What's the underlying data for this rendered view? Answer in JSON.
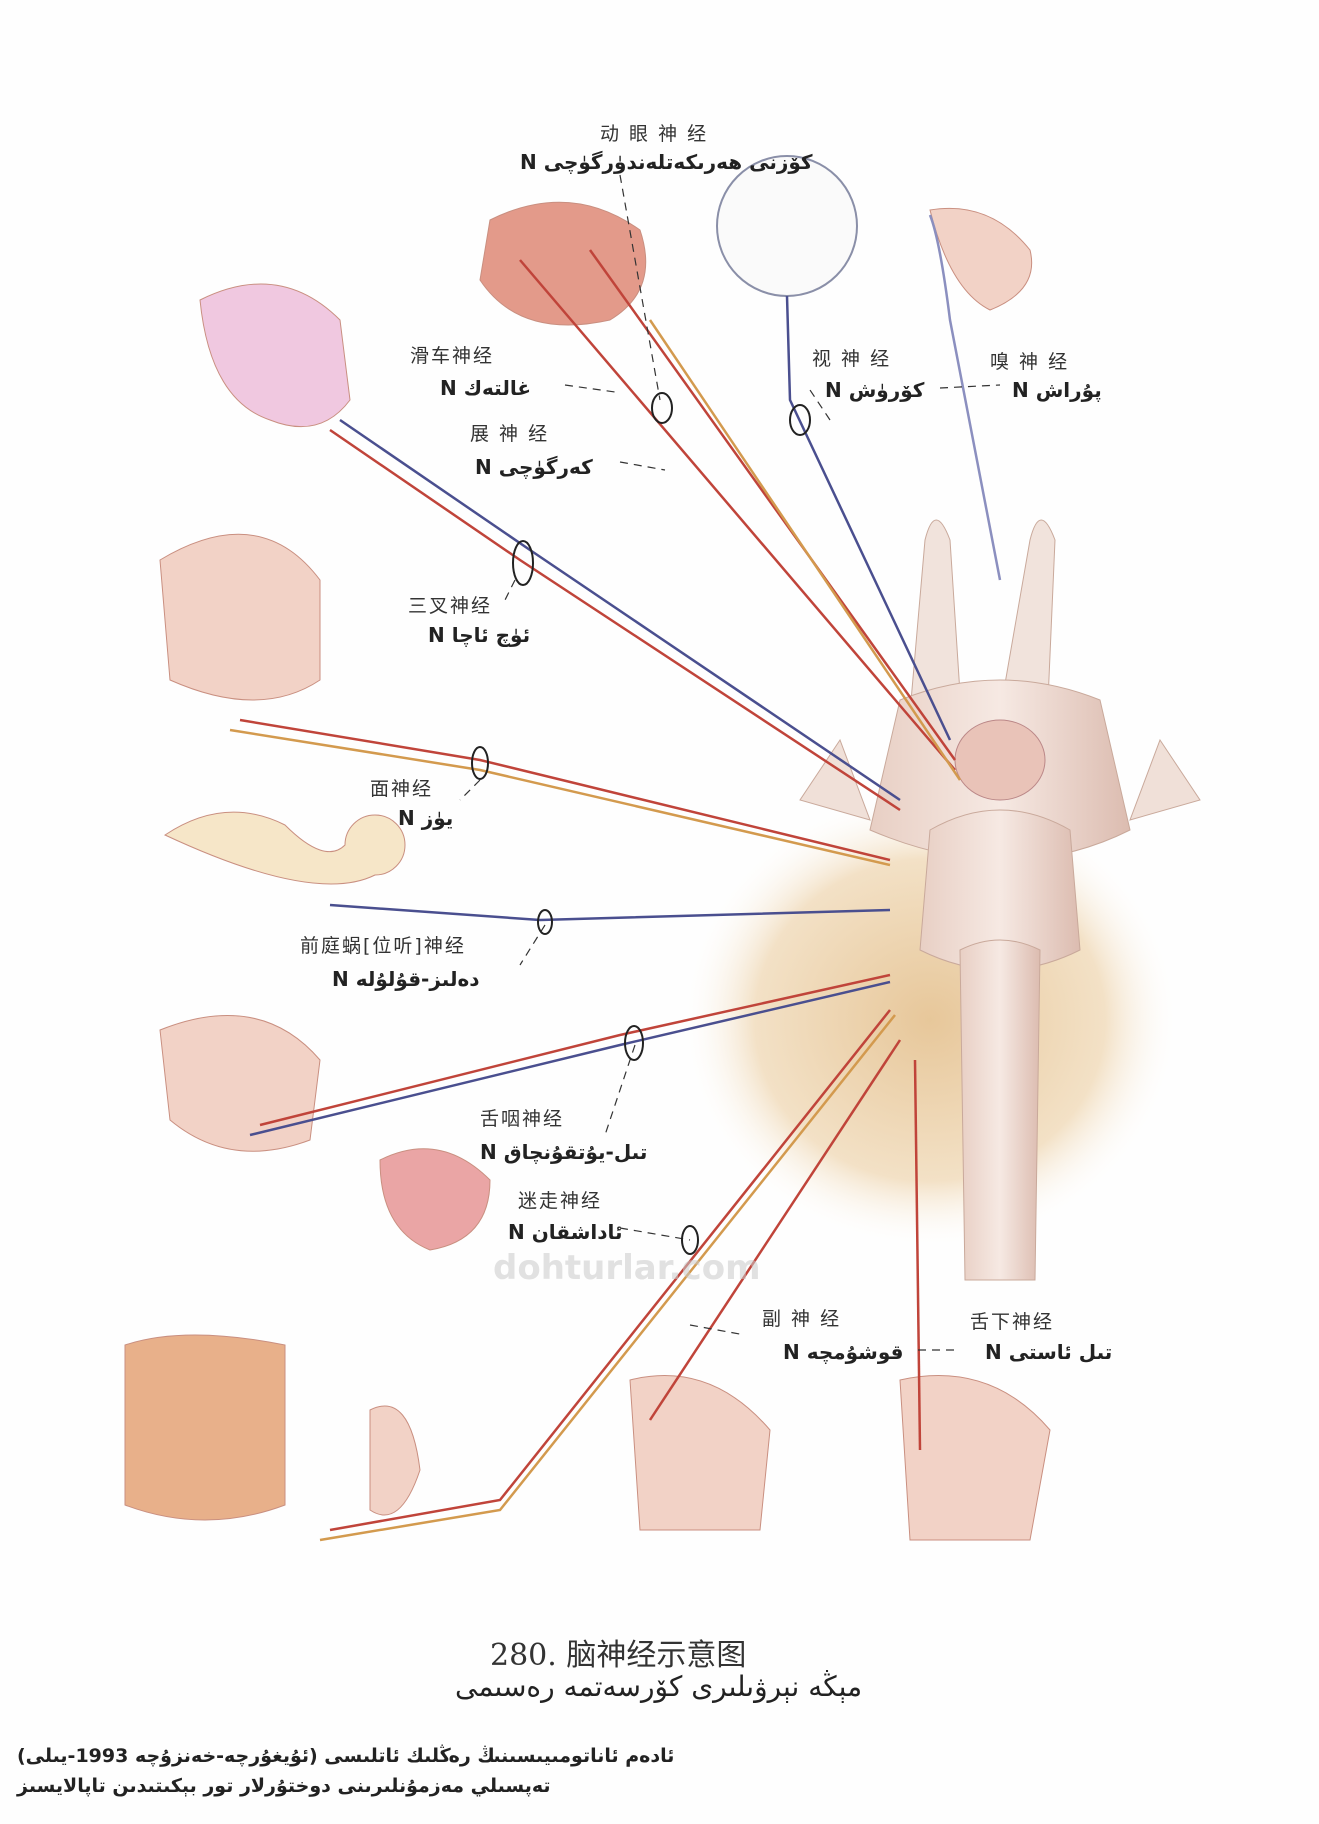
{
  "figure": {
    "labels": {
      "oculomotor": {
        "zh": "动 眼 神 经",
        "ug": "كۆزنى ھەرىكەتلەندۈرگۈچى N"
      },
      "trochlear": {
        "zh": "滑车神经",
        "ug": "غالتەك N"
      },
      "abducens": {
        "zh": "展  神  经",
        "ug": "كەرگۈچى N"
      },
      "optic": {
        "zh": "视  神  经",
        "ug": "كۆرۈش N"
      },
      "olfactory": {
        "zh": "嗅  神  经",
        "ug": "پۇراش N"
      },
      "trigeminal": {
        "zh": "三叉神经",
        "ug": "ئۈچ ئاچا N"
      },
      "facial": {
        "zh": "面神经",
        "ug": "يۈز N"
      },
      "vestibulocochlear": {
        "zh": "前庭蜗[位听]神经",
        "ug": "دەلىز-قۇلۇلە N"
      },
      "glossopharyngeal": {
        "zh": "舌咽神经",
        "ug": "تىل-يۇتقۇنچاق N"
      },
      "vagus": {
        "zh": "迷走神经",
        "ug": "ئاداشقان N"
      },
      "accessory": {
        "zh": "副  神  经",
        "ug": "قوشۇمچە N"
      },
      "hypoglossal": {
        "zh": "舌下神经",
        "ug": "تىل ئاستى N"
      }
    },
    "caption_zh": "280.  脑神经示意图",
    "caption_ug": "مېڭە نېرۋىلىرى كۆرسەتمە رەسىمى",
    "watermark": "dohturlar.com",
    "colors": {
      "motor": "#c0443a",
      "sensory": "#4a4f8f",
      "parasympathetic": "#d39a4e",
      "tissue": "#e8b9a8"
    }
  },
  "footer": {
    "line1": "ئادەم ئاناتومىيىسىنىڭ رەڭلىك ئاتلىسى (ئۇيغۇرچە-خەنزۇچە 1993-يىلى)",
    "line2": "تەپسىلي مەزمۇنلىرىنى دوختۇرلار تور بېكىتىدىن تاپالايسىز"
  }
}
